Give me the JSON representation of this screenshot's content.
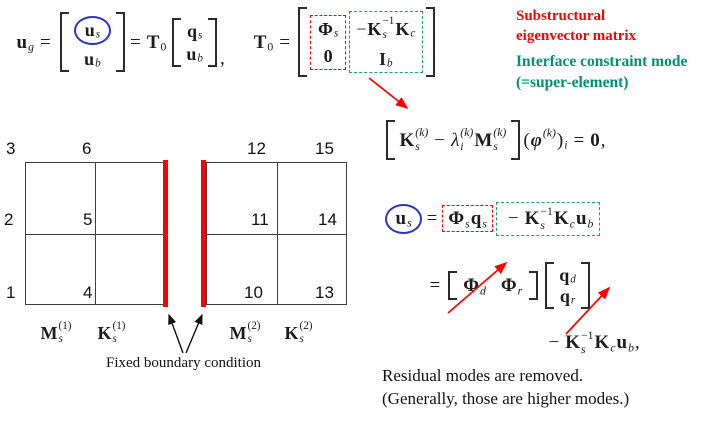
{
  "colors": {
    "red": "#ff0000",
    "green_box": "#19a15e",
    "green_text": "#00916d",
    "blue": "#2a35c8"
  },
  "labels": {
    "substructural_1": "Substructural",
    "substructural_2": "eigenvector matrix",
    "interface_1": "Interface constraint mode",
    "interface_2": "(=super-element)",
    "residual_1": "Residual modes are removed.",
    "residual_2": "(Generally, those are higher modes.)",
    "fixed_boundary": "Fixed boundary condition"
  },
  "eq1": {
    "lhs": [
      {
        "t": "u",
        "b": true,
        "sub": "g"
      },
      {
        "t": "=",
        "op": true
      }
    ],
    "us": [
      {
        "t": "u",
        "b": true,
        "sub": "s"
      }
    ],
    "ub": [
      {
        "t": "u",
        "b": true,
        "sub": "b"
      }
    ],
    "eq_T0": [
      {
        "t": "=",
        "op": true
      },
      {
        "t": "T",
        "b": true,
        "sub": "0"
      }
    ],
    "qs": [
      {
        "t": "q",
        "b": true,
        "sub": "s"
      }
    ],
    "comma": [
      {
        "t": ","
      }
    ],
    "T0_def": [
      {
        "t": "T",
        "b": true,
        "sub": "0"
      },
      {
        "t": "=",
        "op": true
      }
    ],
    "phi_s": [
      {
        "t": "Φ",
        "b": true,
        "sub": "s"
      }
    ],
    "zero": [
      {
        "t": "0",
        "b": true
      }
    ],
    "neg_KsKc": [
      {
        "t": "−"
      },
      {
        "t": "K",
        "b": true,
        "sub": "s",
        "sup": "−1"
      },
      {
        "t": "K",
        "b": true,
        "sub": "c"
      }
    ],
    "Ib": [
      {
        "t": "I",
        "b": true,
        "sub": "b"
      }
    ]
  },
  "eq2": {
    "inner": [
      {
        "t": "K",
        "b": true,
        "sub": "s",
        "sup": "(k)"
      },
      {
        "t": "−",
        "op": true
      },
      {
        "t": "λ",
        "i": true,
        "sub": "i",
        "sup": "(k)"
      },
      {
        "t": "M",
        "b": true,
        "sub": "s",
        "sup": "(k)"
      }
    ],
    "tail": [
      {
        "t": "("
      },
      {
        "t": "φ",
        "b": true,
        "i": true,
        "sup": "(k)"
      },
      {
        "t": ")",
        "sub": "i"
      },
      {
        "t": "=",
        "op": true
      },
      {
        "t": "0",
        "b": true
      },
      {
        "t": ","
      }
    ]
  },
  "eq3": {
    "us": [
      {
        "t": "u",
        "b": true,
        "sub": "s"
      }
    ],
    "equals": [
      {
        "t": "="
      }
    ],
    "phis_qs": [
      {
        "t": "Φ",
        "b": true,
        "sub": "s"
      },
      {
        "t": "q",
        "b": true,
        "sub": "s"
      }
    ],
    "neg_KsKc_ub": [
      {
        "t": "−",
        "op": true
      },
      {
        "t": "K",
        "b": true,
        "sub": "s",
        "sup": "−1"
      },
      {
        "t": "K",
        "b": true,
        "sub": "c"
      },
      {
        "t": "u",
        "b": true,
        "sub": "b"
      }
    ],
    "phi_d": [
      {
        "t": "Φ",
        "b": true,
        "sub": "d"
      }
    ],
    "phi_r": [
      {
        "t": "Φ",
        "b": true,
        "sub": "r"
      }
    ],
    "q_d": [
      {
        "t": "q",
        "b": true,
        "sub": "d"
      }
    ],
    "q_r": [
      {
        "t": "q",
        "b": true,
        "sub": "r"
      }
    ],
    "line3": [
      {
        "t": "−",
        "op": true
      },
      {
        "t": "K",
        "b": true,
        "sub": "s",
        "sup": "−1"
      },
      {
        "t": "K",
        "b": true,
        "sub": "c"
      },
      {
        "t": "u",
        "b": true,
        "sub": "b"
      },
      {
        "t": ","
      }
    ]
  },
  "diagram": {
    "grid1": {
      "nodes": [
        "3",
        "6",
        "2",
        "5",
        "1",
        "4"
      ],
      "M": [
        {
          "t": "M",
          "b": true,
          "sub": "s",
          "sup": "(1)"
        }
      ],
      "K": [
        {
          "t": "K",
          "b": true,
          "sub": "s",
          "sup": "(1)"
        }
      ]
    },
    "grid2": {
      "nodes": [
        "12",
        "15",
        "11",
        "14",
        "10",
        "13"
      ],
      "M": [
        {
          "t": "M",
          "b": true,
          "sub": "s",
          "sup": "(2)"
        }
      ],
      "K": [
        {
          "t": "K",
          "b": true,
          "sub": "s",
          "sup": "(2)"
        }
      ]
    }
  }
}
